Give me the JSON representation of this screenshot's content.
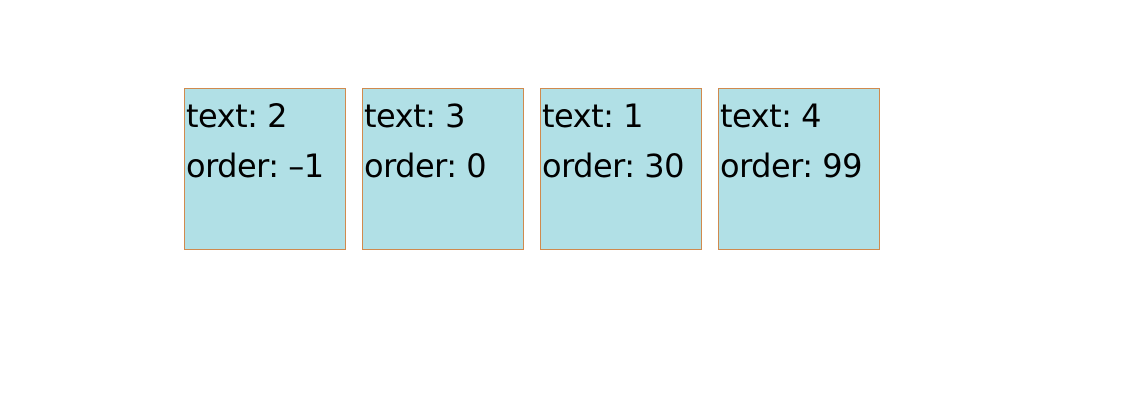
{
  "colors": {
    "box_background": "#b1e0e6",
    "box_border": "#d08a4e",
    "text": "#000000",
    "page_background": "#ffffff"
  },
  "items": [
    {
      "text_line": "text: 2",
      "order_line": "order: –1"
    },
    {
      "text_line": "text: 3",
      "order_line": "order: 0"
    },
    {
      "text_line": "text: 1",
      "order_line": "order: 30"
    },
    {
      "text_line": "text: 4",
      "order_line": "order: 99"
    }
  ]
}
